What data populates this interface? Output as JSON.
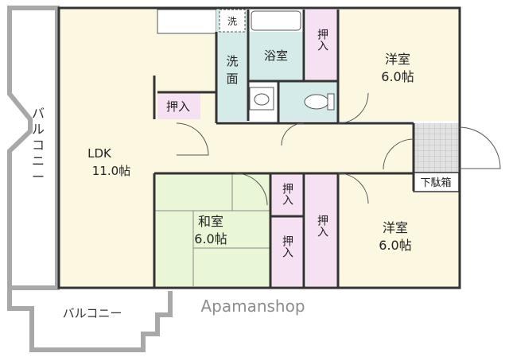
{
  "rooms": {
    "ldk": {
      "name": "LDK",
      "size": "11.0帖"
    },
    "western1": {
      "name": "洋室",
      "size": "6.0帖"
    },
    "western2": {
      "name": "洋室",
      "size": "6.0帖"
    },
    "japanese": {
      "name": "和室",
      "size": "6.0帖"
    },
    "bath": {
      "name": "浴室"
    },
    "washroom": {
      "name_top": "洗",
      "name_bottom": "面"
    },
    "laundry": {
      "name": "洗"
    },
    "shoebox": {
      "name": "下駄箱"
    }
  },
  "closets": {
    "ldk": "押入",
    "western1": "押入",
    "hall_center": "押入",
    "japanese_top": "押入",
    "japanese_bottom": "押入"
  },
  "balconies": {
    "left": [
      "バ",
      "ル",
      "コ",
      "ニ",
      "ー"
    ],
    "bottom": "バルコニー"
  },
  "watermark": "Apamanshop",
  "colors": {
    "wall": "#333333",
    "floor_ldk": "#fbf7e1",
    "floor_western": "#fbf7e1",
    "floor_japanese": "#e9f7d6",
    "wet_area": "#d4ebe9",
    "closet": "#f6e1f2",
    "entry_tile": "#d9d9d9",
    "balcony": "#a8a8a8"
  }
}
